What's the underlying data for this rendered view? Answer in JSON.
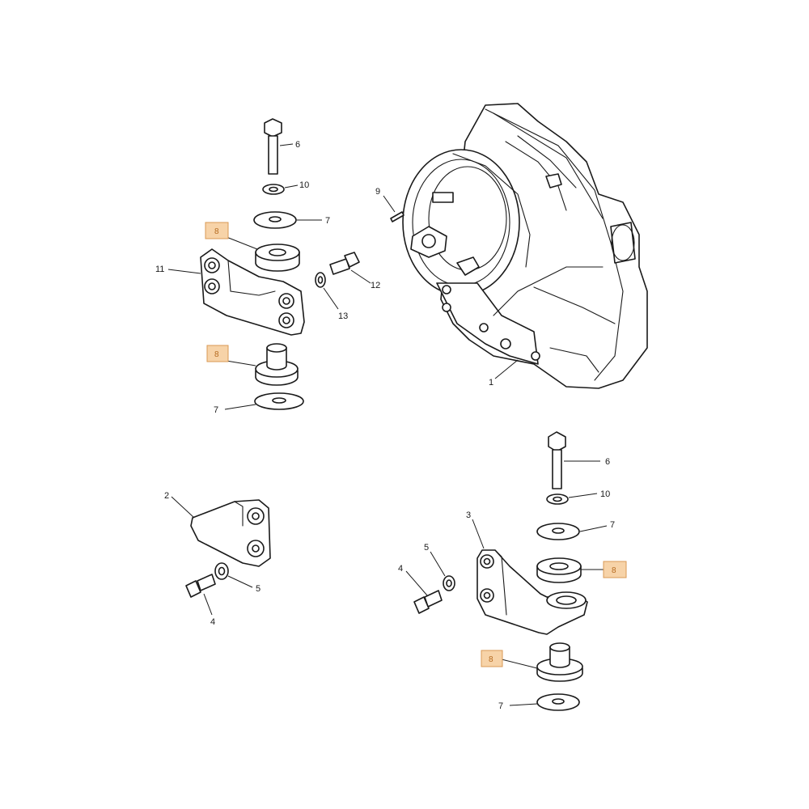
{
  "callouts": {
    "c1": "1",
    "c2": "2",
    "c3": "3",
    "c4a": "4",
    "c4b": "4",
    "c5a": "5",
    "c5b": "5",
    "c6a": "6",
    "c6b": "6",
    "c7a": "7",
    "c7b": "7",
    "c7c": "7",
    "c7d": "7",
    "c8a": "8",
    "c8b": "8",
    "c8c": "8",
    "c8d": "8",
    "c9": "9",
    "c10a": "10",
    "c10b": "10",
    "c11": "11",
    "c12": "12",
    "c13": "13"
  },
  "colors": {
    "highlight_fill": "#f7d3a8",
    "highlight_border": "#d99a55",
    "highlight_text": "#b56a1f",
    "line": "#1a1a1a"
  }
}
